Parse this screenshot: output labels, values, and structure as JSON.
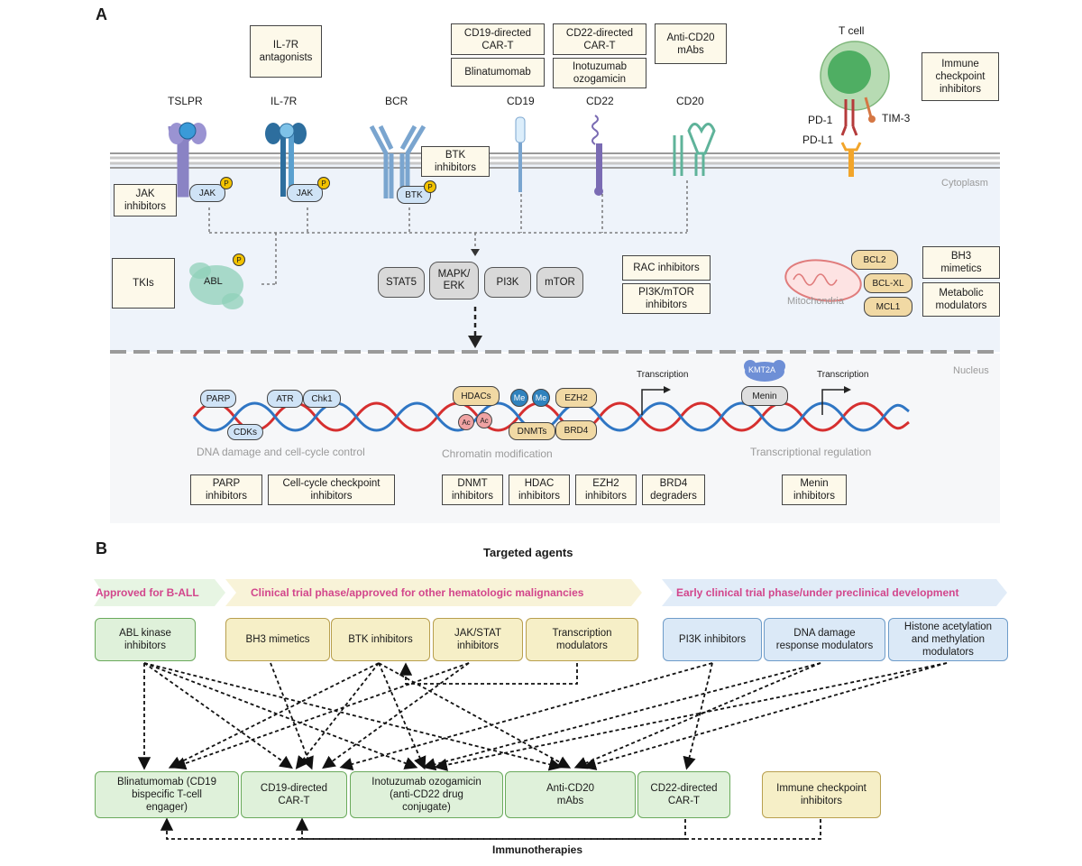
{
  "panelA": {
    "letter": "A",
    "receptors": {
      "tslpr": "TSLPR",
      "il7r": "IL-7R",
      "bcr": "BCR",
      "cd19": "CD19",
      "cd22": "CD22",
      "cd20": "CD20"
    },
    "tcell": {
      "label": "T cell",
      "pd1": "PD-1",
      "pdl1": "PD-L1",
      "tim3": "TIM-3"
    },
    "regions": {
      "cytoplasm": "Cytoplasm",
      "nucleus": "Nucleus",
      "mitochondria": "Mitochondria"
    },
    "drug_boxes": {
      "il7r_antagonists": "IL-7R\nantagonists",
      "cd19_cart": "CD19-directed\nCAR-T",
      "blinatumomab": "Blinatumomab",
      "cd22_cart": "CD22-directed\nCAR-T",
      "inotuzumab": "Inotuzumab\nozogamicin",
      "anti_cd20": "Anti-CD20\nmAbs",
      "immune_checkpoint": "Immune\ncheckpoint\ninhibitors",
      "btk_inhibitors": "BTK\ninhibitors",
      "jak_inhibitors": "JAK\ninhibitors",
      "tkis": "TKIs",
      "rac_inhibitors": "RAC inhibitors",
      "pi3k_mtor": "PI3K/mTOR\ninhibitors",
      "bh3_mimetics": "BH3\nmimetics",
      "metabolic_modulators": "Metabolic\nmodulators",
      "parp_inhibitors": "PARP\ninhibitors",
      "cellcycle_inhibitors": "Cell-cycle checkpoint\ninhibitors",
      "dnmt_inhibitors": "DNMT\ninhibitors",
      "hdac_inhibitors": "HDAC\ninhibitors",
      "ezh2_inhibitors": "EZH2\ninhibitors",
      "brd4_degraders": "BRD4\ndegraders",
      "menin_inhibitors": "Menin\ninhibitors"
    },
    "kinases": {
      "jak": "JAK",
      "btk": "BTK",
      "abl": "ABL",
      "p": "P"
    },
    "signaling": {
      "stat5": "STAT5",
      "mapk": "MAPK/\nERK",
      "pi3k": "PI3K",
      "mtor": "mTOR"
    },
    "bcl": {
      "bcl2": "BCL2",
      "bclxl": "BCL-XL",
      "mcl1": "MCL1"
    },
    "nuclear": {
      "parp": "PARP",
      "cdks": "CDKs",
      "atr": "ATR",
      "chk1": "Chk1",
      "hdacs": "HDACs",
      "ac": "Ac",
      "me": "Me",
      "ezh2": "EZH2",
      "dnmts": "DNMTs",
      "brd4": "BRD4",
      "kmt2a": "KMT2A",
      "menin": "Menin",
      "transcription": "Transcription"
    },
    "captions": {
      "dna_damage": "DNA damage and cell-cycle control",
      "chromatin": "Chromatin modification",
      "transcriptional": "Transcriptional regulation"
    }
  },
  "panelB": {
    "letter": "B",
    "title": "Targeted agents",
    "footer": "Immunotherapies",
    "bands": {
      "approved": "Approved for B-ALL",
      "clinical": "Clinical trial phase/approved for other hematologic malignancies",
      "early": "Early clinical trial phase/under preclinical development"
    },
    "agents": {
      "abl": "ABL kinase\ninhibitors",
      "bh3": "BH3 mimetics",
      "btk": "BTK inhibitors",
      "jakstat": "JAK/STAT\ninhibitors",
      "transcription": "Transcription\nmodulators",
      "pi3k": "PI3K inhibitors",
      "ddr": "DNA damage\nresponse modulators",
      "histone": "Histone acetylation\nand methylation\nmodulators"
    },
    "immuno": {
      "blina": "Blinatumomab (CD19\nbispecific T-cell\nengager)",
      "cd19cart": "CD19-directed\nCAR-T",
      "ino": "Inotuzumab ozogamicin\n(anti-CD22 drug\nconjugate)",
      "cd20": "Anti-CD20\nmAbs",
      "cd22cart": "CD22-directed\nCAR-T",
      "ici": "Immune checkpoint\ninhibitors"
    },
    "colors": {
      "green": "#dff1da",
      "yellow": "#f6efc7",
      "blue": "#dbe9f7",
      "band_text": "#d2468c"
    }
  }
}
